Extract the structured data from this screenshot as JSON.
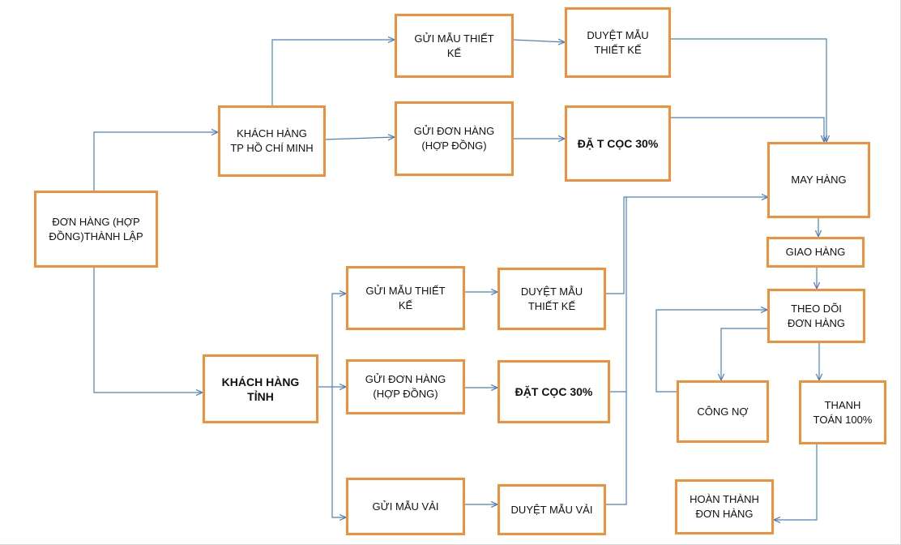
{
  "diagram": {
    "nodes": {
      "start": "ĐƠN HÀNG (HỢP ĐỒNG)THÀNH  LẬP",
      "hcm_customer": "KHÁCH  HÀNG\nTP HỒ CHÍ MINH",
      "hcm_send_design": "GỬI MẪU THIẾT\nKẾ",
      "hcm_approve_design": "DUYỆT MẪU\nTHIẾT KẾ",
      "hcm_send_order": "GỬI ĐƠN HÀNG\n(HỢP ĐỒNG)",
      "hcm_deposit": "ĐẶ T CỌC 30%",
      "sewing": "MAY HÀNG",
      "delivery": "GIAO HÀNG",
      "tracking": "THEO DÕI\nĐƠN HÀNG",
      "debt": "CÔNG NỢ",
      "full_payment": "THANH\nTOÁN 100%",
      "complete": "HOÀN THÀNH\nĐƠN HÀNG",
      "province_customer": "KHÁCH HÀNG\nTỈNH",
      "prov_send_design": "GỬI MẪU THIẾT\nKẾ",
      "prov_approve_design": "DUYỆT MẪU\nTHIẾT KẾ",
      "prov_send_order": "GỬI ĐƠN HÀNG\n(HỢP ĐỒNG)",
      "prov_deposit": "ĐẶT CỌC 30%",
      "prov_send_fabric": "GỬI MẪU VẢI",
      "prov_approve_fabric": "DUYỆT MẪU VẢI"
    },
    "colors": {
      "box_border": "#f0903a",
      "arrow": "#4f81bd",
      "text": "#111111"
    }
  }
}
